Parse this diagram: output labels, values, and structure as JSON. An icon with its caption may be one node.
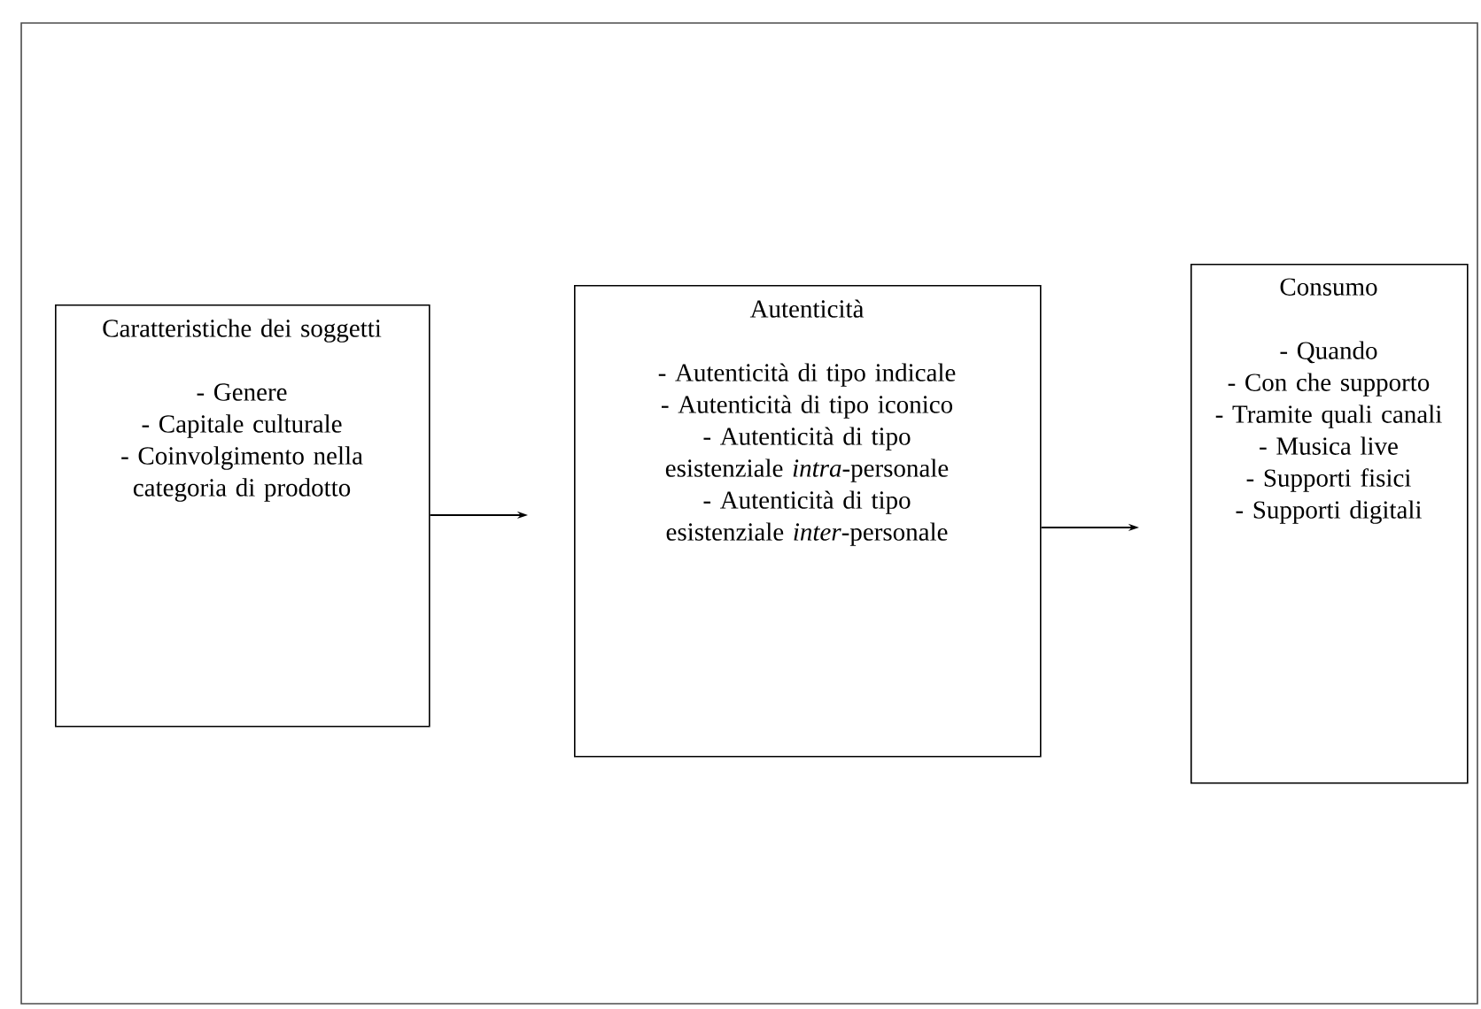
{
  "diagram": {
    "nodes": [
      {
        "text": [
          "Caratteristiche dei soggetti",
          "- Genere",
          "- Capitale culturale",
          "- Coinvolgimento nella categoria di prodotto"
        ]
      },
      {
        "text": [
          "Autenticità",
          "- Autenticità di tipo indicale",
          "- Autenticità di tipo iconico",
          "- Autenticità di tipo esistenziale *intra*-personale",
          "- Autenticità di tipo esistenziale *inter*-personale"
        ]
      },
      {
        "text": [
          "Consumo",
          "- Quando",
          "- Con che supporto",
          "- Tramite quali canali",
          "- Musica live",
          "- Supporti fisici",
          "- Supporti digitali"
        ]
      }
    ],
    "edges": [
      {
        "from": 0,
        "to": 1,
        "arrow": "to"
      },
      {
        "from": 1,
        "to": 2,
        "arrow": "to"
      }
    ]
  }
}
